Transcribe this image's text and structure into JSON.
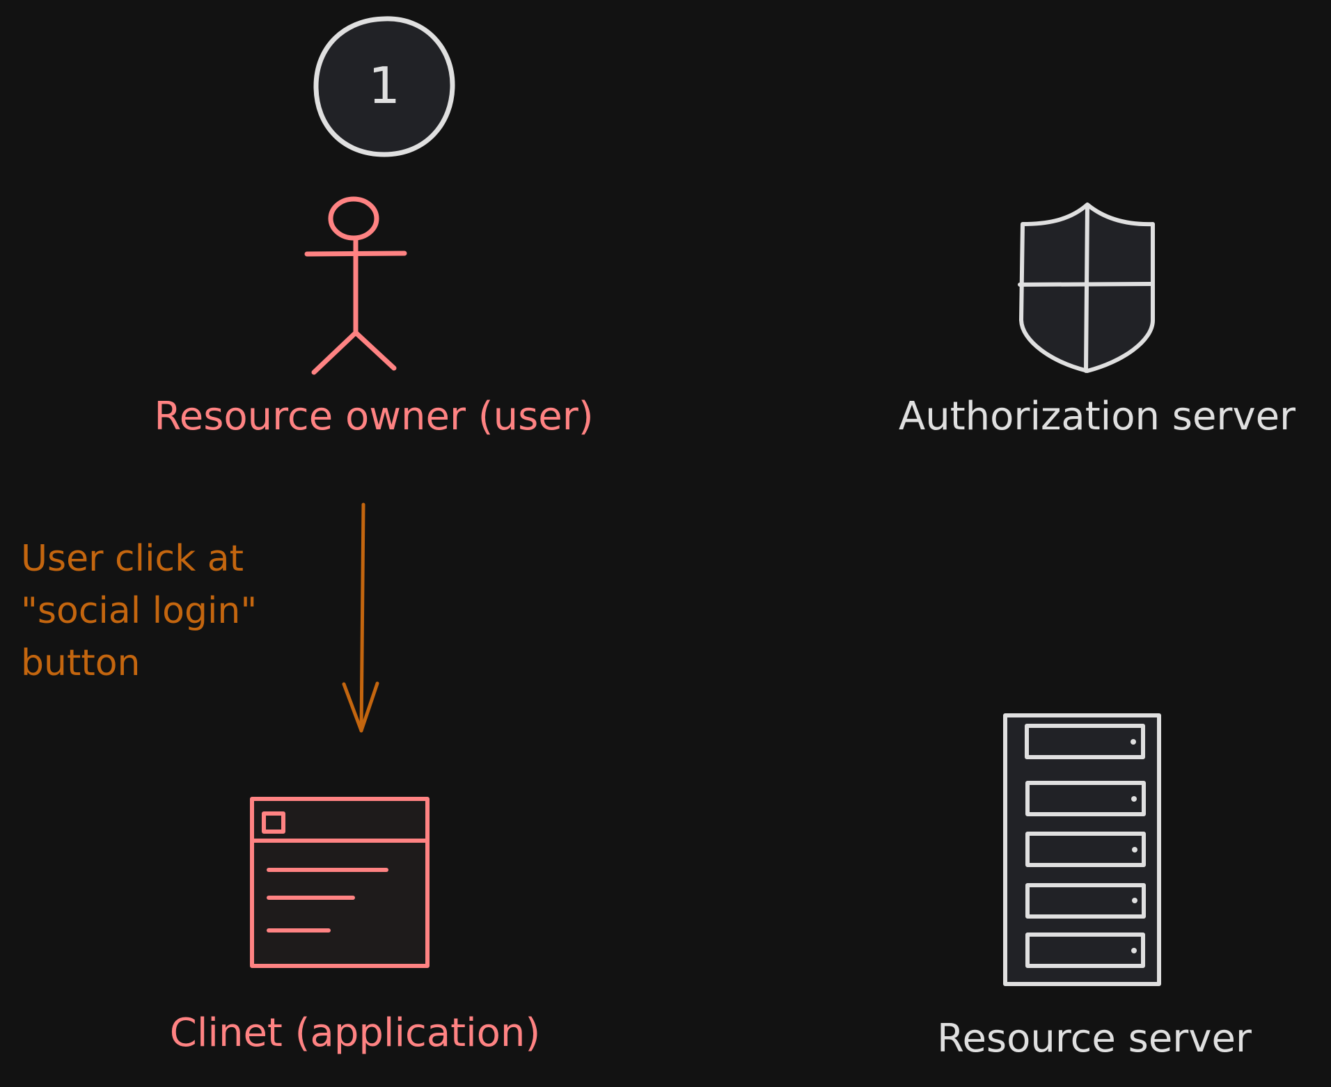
{
  "colors": {
    "background": "#121212",
    "user_accent": "#ff8383",
    "server_accent": "#e0e0e0",
    "arrow_accent": "#c4660f",
    "shape_fill": "#212226"
  },
  "step_badge": {
    "number": "1"
  },
  "actors": {
    "resource_owner": {
      "label": "Resource owner (user)",
      "icon": "stick-figure-icon"
    },
    "authorization_server": {
      "label": "Authorization server",
      "icon": "shield-icon"
    },
    "client": {
      "label": "Clinet (application)",
      "icon": "browser-window-icon"
    },
    "resource_server": {
      "label": "Resource server",
      "icon": "server-rack-icon"
    }
  },
  "flow": {
    "arrow_note": {
      "lines": [
        "User click at",
        "\"social login\"",
        "button"
      ]
    }
  }
}
